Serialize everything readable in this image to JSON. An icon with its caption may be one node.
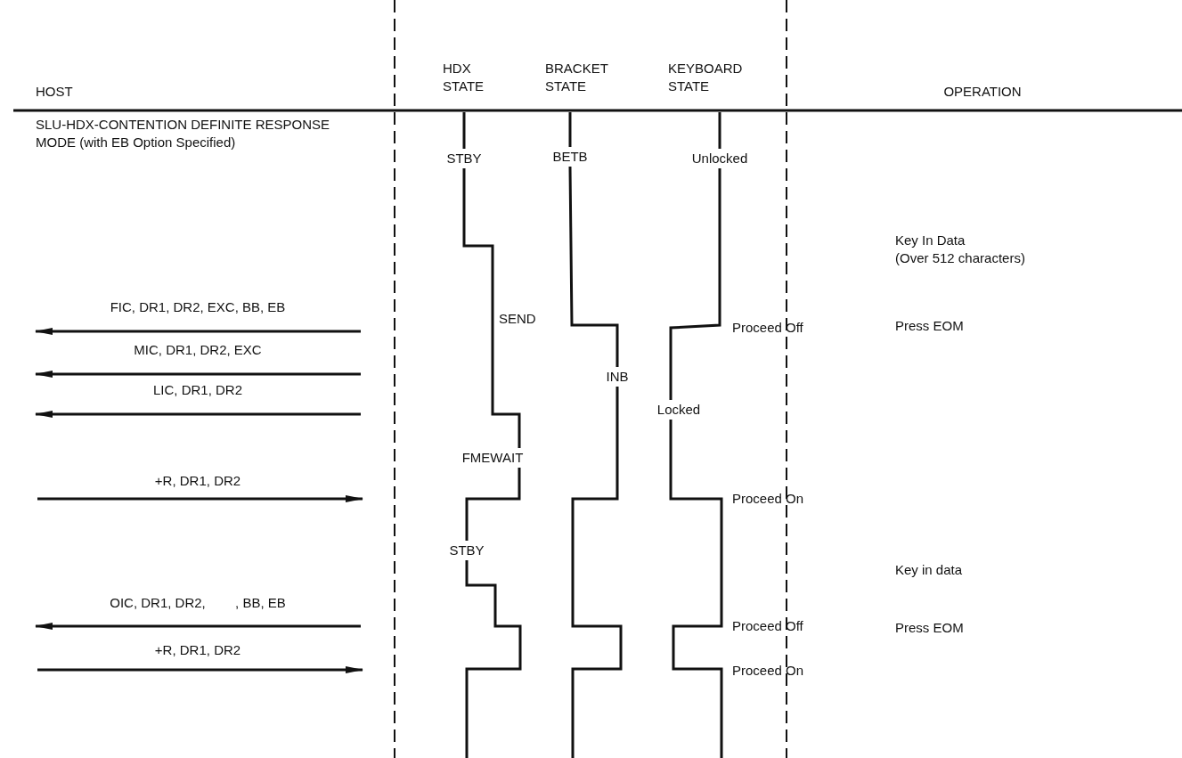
{
  "diagram": {
    "nodes": [
      {
        "text": [
          "STBY"
        ]
      },
      {
        "text": [
          "BETB"
        ]
      },
      {
        "text": [
          "Unlocked"
        ]
      },
      {
        "text": [
          "INB"
        ]
      },
      {
        "text": [
          "Locked"
        ]
      },
      {
        "text": [
          "FMEWAIT"
        ]
      },
      {
        "text": [
          "STBY"
        ]
      }
    ],
    "edges": [
      {
        "from": null,
        "to": 0,
        "arrow": "none"
      },
      {
        "from": 0,
        "to": 5,
        "arrow": "none"
      },
      {
        "from": 5,
        "to": 6,
        "arrow": "none"
      },
      {
        "from": 6,
        "to": null,
        "arrow": "none"
      },
      {
        "from": null,
        "to": 1,
        "arrow": "none"
      },
      {
        "from": 1,
        "to": 3,
        "arrow": "none"
      },
      {
        "from": 3,
        "to": null,
        "arrow": "none"
      },
      {
        "from": null,
        "to": 2,
        "arrow": "none"
      },
      {
        "from": 2,
        "to": 4,
        "arrow": "none"
      },
      {
        "from": 4,
        "to": null,
        "arrow": "none"
      }
    ],
    "labels": [
      "HOST",
      "HDX STATE",
      "BRACKET STATE",
      "KEYBOARD STATE",
      "OPERATION",
      "SLU-HDX-CONTENTION DEFINITE RESPONSE MODE (with EB Option Specified)",
      "Key In Data (Over 512 characters)",
      "FIC, DR1, DR2, EXC, BB, EB",
      "SEND",
      "Proceed Off",
      "Press EOM",
      "MIC, DR1, DR2, EXC",
      "LIC, DR1, DR2",
      "+R, DR1, DR2",
      "Proceed On",
      "Key in data",
      "OIC, DR1, DR2,        , BB, EB",
      "Proceed Off",
      "Press EOM",
      "+R, DR1, DR2",
      "Proceed On"
    ]
  }
}
